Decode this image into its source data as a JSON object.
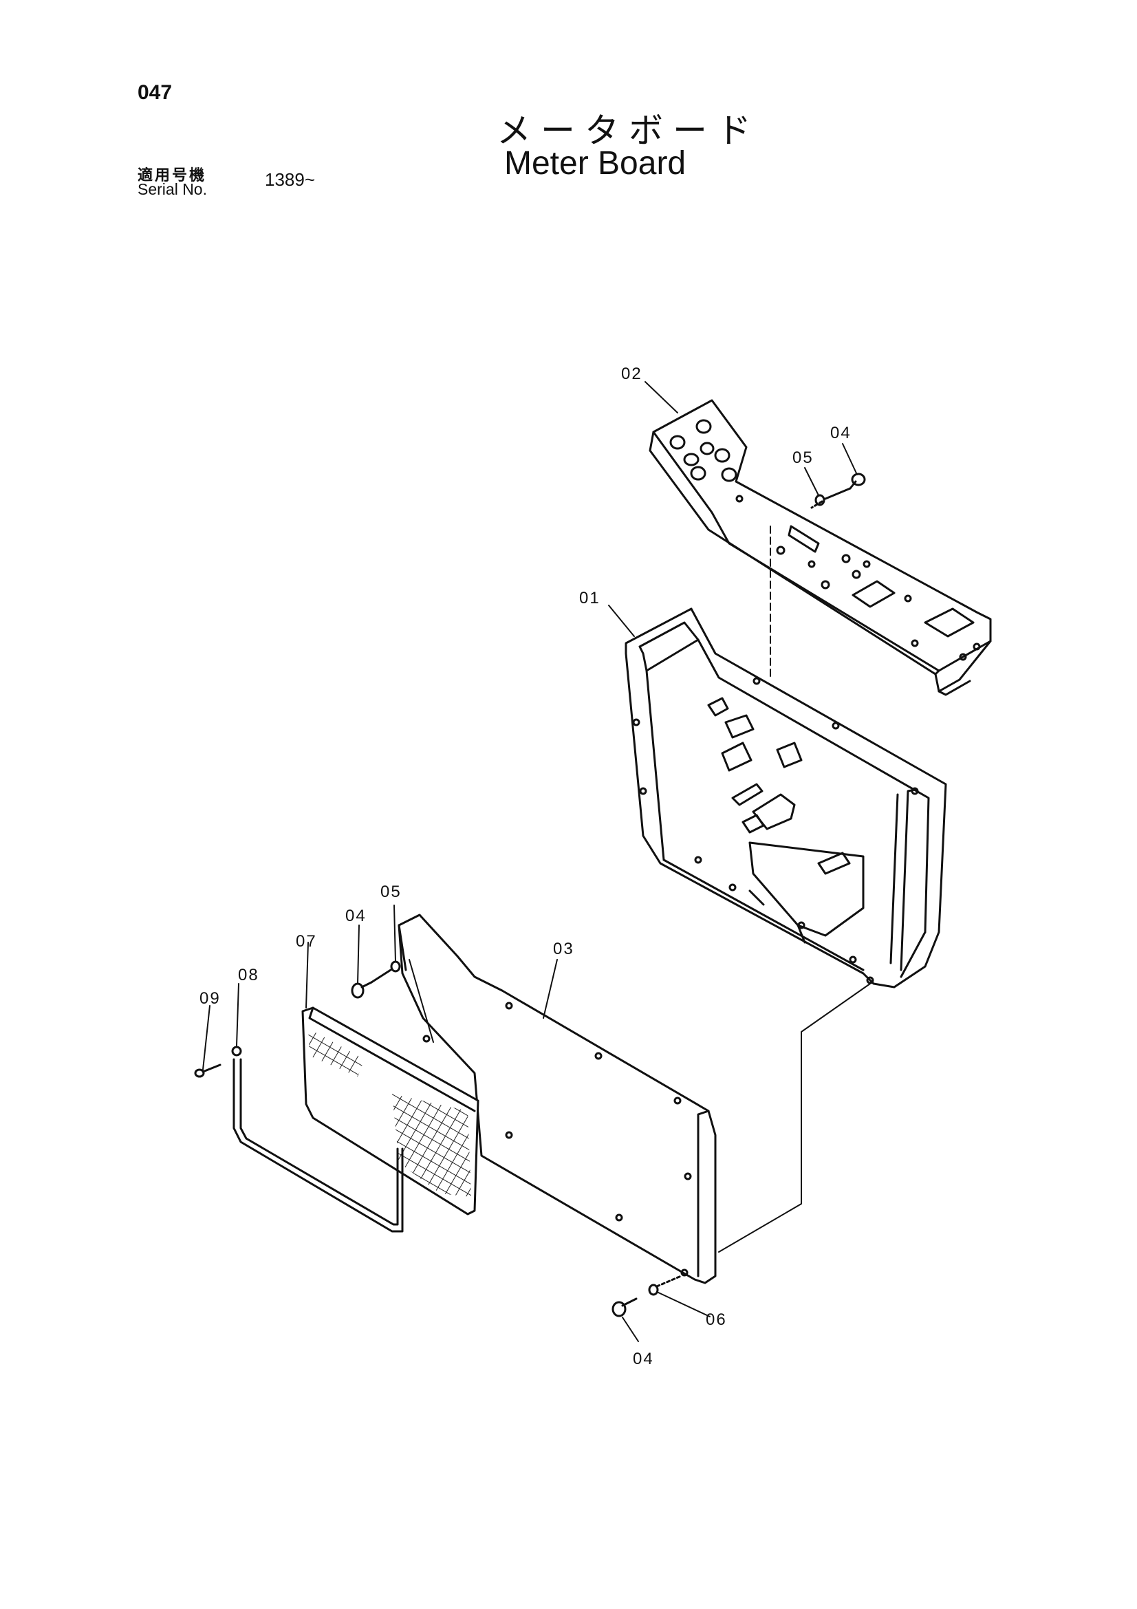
{
  "header": {
    "page_number": "047",
    "title_jp": "メータボード",
    "title_en": "Meter Board",
    "serial_label_jp": "適用号機",
    "serial_label_en": "Serial No.",
    "serial_value": "1389~"
  },
  "callouts": {
    "c01": "01",
    "c02": "02",
    "c03": "03",
    "c04a": "04",
    "c04b": "04",
    "c04c": "04",
    "c05a": "05",
    "c05b": "05",
    "c06": "06",
    "c07": "07",
    "c08": "08",
    "c09": "09"
  }
}
